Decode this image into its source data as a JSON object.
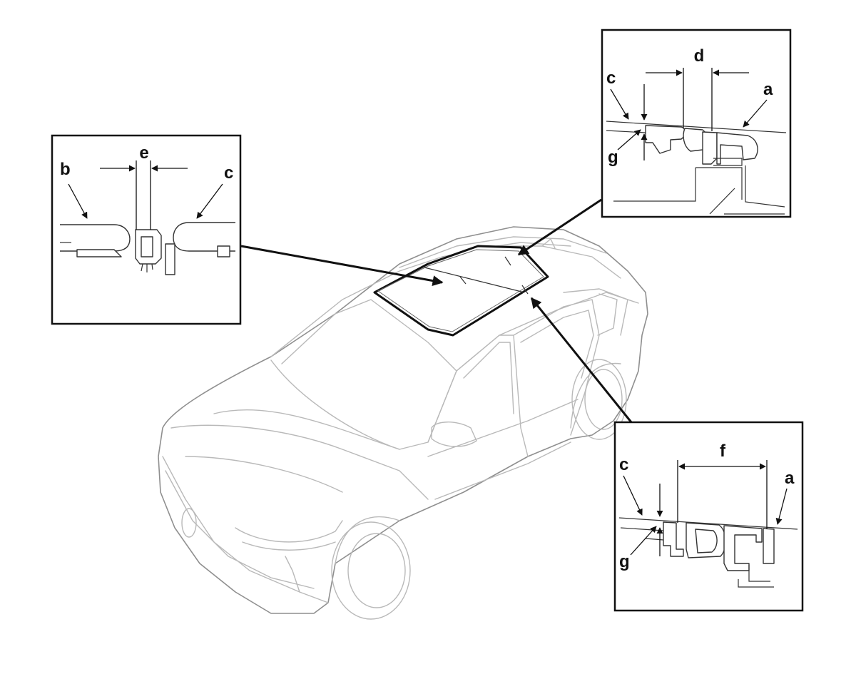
{
  "callouts": {
    "detail_left": {
      "labels": {
        "b": "b",
        "e": "e",
        "c": "c"
      }
    },
    "detail_top_right": {
      "labels": {
        "c": "c",
        "d": "d",
        "a": "a",
        "g": "g"
      }
    },
    "detail_bottom_right": {
      "labels": {
        "c": "c",
        "f": "f",
        "a": "a",
        "g": "g"
      }
    }
  }
}
